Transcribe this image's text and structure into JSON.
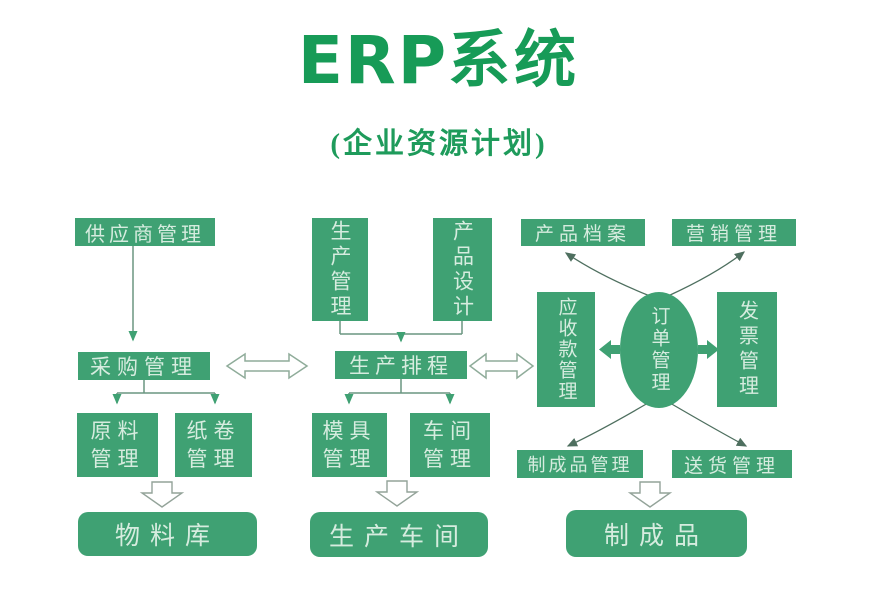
{
  "header": {
    "title_erp": "ERP",
    "title_cn": "系统",
    "subtitle": "(企业资源计划)"
  },
  "colors": {
    "box_green": "#3fa173",
    "title_green": "#179b57",
    "box_text": "#d6ecdf",
    "connector": "#6a9681",
    "curve": "#50705f",
    "hollow_outline": "#8fac9a"
  },
  "nodes": {
    "supplier": {
      "label": "供应商管理"
    },
    "purchasing": {
      "label": "采购管理"
    },
    "raw_material": {
      "lines": [
        "原料",
        "管理"
      ]
    },
    "paper_roll": {
      "lines": [
        "纸卷",
        "管理"
      ]
    },
    "material_warehouse": {
      "label": "物料库"
    },
    "production_mgmt": {
      "label": "生产管理"
    },
    "product_design": {
      "label": "产品设计"
    },
    "production_scheduling": {
      "label": "生产排程"
    },
    "mold_mgmt": {
      "lines": [
        "模具",
        "管理"
      ]
    },
    "workshop_mgmt": {
      "lines": [
        "车间",
        "管理"
      ]
    },
    "production_workshop": {
      "label": "生产车间"
    },
    "product_archive": {
      "label": "产品档案"
    },
    "marketing_mgmt": {
      "label": "营销管理"
    },
    "receivables_mgmt": {
      "label": "应收款管理"
    },
    "order_mgmt": {
      "label": "订单管理"
    },
    "invoice_mgmt": {
      "label": "发票管理"
    },
    "finished_goods_mgmt": {
      "label": "制成品管理"
    },
    "delivery_mgmt": {
      "label": "送货管理"
    },
    "finished_goods": {
      "label": "制成品"
    }
  }
}
